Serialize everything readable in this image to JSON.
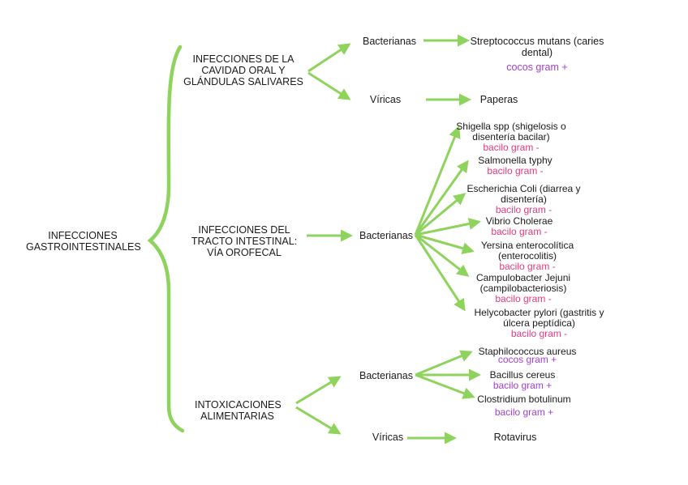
{
  "root": {
    "label_line1": "INFECCIONES",
    "label_line2": "GASTROINTESTINALES"
  },
  "colors": {
    "arrow": "#8ed35c",
    "gram_positive": "#a43fd1",
    "gram_negative": "#e8387c",
    "text": "#1a1a1a"
  },
  "groups": [
    {
      "title_lines": [
        "INFECCIONES DE LA",
        "CAVIDAD ORAL Y",
        "GLÁNDULAS SALIVARES"
      ],
      "branches": [
        {
          "label": "Bacterianas",
          "items": [
            {
              "name_lines": [
                "Streptococcus mutans (caries",
                "dental)"
              ],
              "gram": "cocos gram +",
              "gram_type": "positive"
            }
          ]
        },
        {
          "label": "Víricas",
          "items": [
            {
              "name_lines": [
                "Paperas"
              ]
            }
          ]
        }
      ]
    },
    {
      "title_lines": [
        "INFECCIONES DEL",
        "TRACTO INTESTINAL:",
        "VÍA OROFECAL"
      ],
      "branches": [
        {
          "label": "Bacterianas",
          "items": [
            {
              "name_lines": [
                "Shigella spp (shigelosis o",
                "disentería bacilar)"
              ],
              "gram": "bacilo gram -",
              "gram_type": "negative"
            },
            {
              "name_lines": [
                "Salmonella typhy"
              ],
              "gram": "bacilo gram -",
              "gram_type": "negative"
            },
            {
              "name_lines": [
                "Escherichia Coli (diarrea y",
                "disentería)"
              ],
              "gram": "bacilo gram -",
              "gram_type": "negative"
            },
            {
              "name_lines": [
                "Vibrio Cholerae"
              ],
              "gram": "bacilo gram -",
              "gram_type": "negative"
            },
            {
              "name_lines": [
                "Yersina enterocolítica",
                "(enterocolitis)"
              ],
              "gram": "bacilo gram -",
              "gram_type": "negative"
            },
            {
              "name_lines": [
                "Campulobacter Jejuni",
                "(campilobacteriosis)"
              ],
              "gram": "bacilo gram -",
              "gram_type": "negative"
            },
            {
              "name_lines": [
                "Helycobacter pylori (gastritis y",
                "úlcera peptídica)"
              ],
              "gram": "bacilo gram -",
              "gram_type": "negative"
            }
          ]
        }
      ]
    },
    {
      "title_lines": [
        "INTOXICACIONES",
        "ALIMENTARIAS"
      ],
      "branches": [
        {
          "label": "Bacterianas",
          "items": [
            {
              "name_lines": [
                "Staphilococcus aureus"
              ],
              "gram": "cocos gram +",
              "gram_type": "positive"
            },
            {
              "name_lines": [
                "Bacillus cereus"
              ],
              "gram": "bacilo gram +",
              "gram_type": "positive"
            },
            {
              "name_lines": [
                "Clostridium botulinum"
              ],
              "gram": "bacilo gram +",
              "gram_type": "positive"
            }
          ]
        },
        {
          "label": "Víricas",
          "items": [
            {
              "name_lines": [
                "Rotavirus"
              ]
            }
          ]
        }
      ]
    }
  ]
}
